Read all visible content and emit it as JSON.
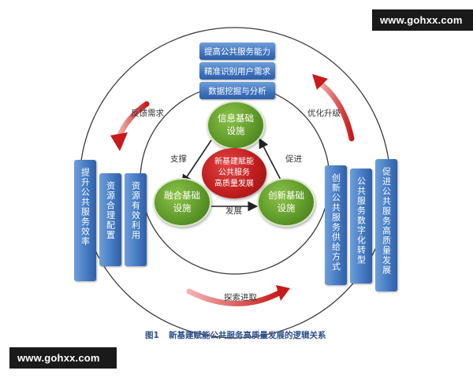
{
  "watermarks": {
    "top": "www.gohxx.com",
    "bottom": "www.gohxx.com"
  },
  "top_boxes": [
    "提高公共服务能力",
    "精准识别用户需求",
    "数据挖掘与分析"
  ],
  "left_boxes": [
    "提升公共服务效率",
    "资源合理配置",
    "资源有效利用"
  ],
  "right_boxes": [
    "创新公共服务供给方式",
    "公共服务数字化转型",
    "促进公共服务高质量发展"
  ],
  "center": {
    "text": "新基建赋能\n公共服务\n高质量发展"
  },
  "nodes": {
    "top": "信息基础\n设施",
    "left": "融合基础\n设施",
    "right": "创新基础\n设施"
  },
  "inner_labels": {
    "support": "支撑",
    "promote": "促进",
    "develop": "发展"
  },
  "outer_labels": {
    "feedback": "反馈需求",
    "optimize": "优化升级",
    "explore": "探索进取"
  },
  "caption": {
    "fig": "图1",
    "title": "新基建赋能公共服务高质量发展的逻辑关系"
  },
  "colors": {
    "green": "#5f9a2a",
    "red": "#c01e1e",
    "blue": "#3f73bf",
    "arrow_red": "#cc2222"
  }
}
